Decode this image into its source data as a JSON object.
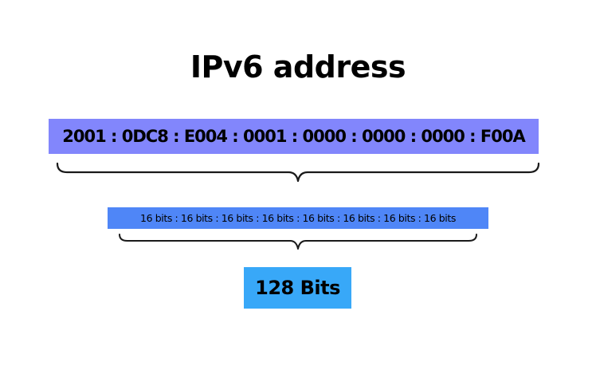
{
  "title": "IPv6 address",
  "address": {
    "text": "2001 : 0DC8 : E004 : 0001 : 0000 : 0000 : 0000 : F00A",
    "groups": [
      "2001",
      "0DC8",
      "E004",
      "0001",
      "0000",
      "0000",
      "0000",
      "F00A"
    ],
    "color": "#8286fc"
  },
  "bits_row": {
    "text": "16 bits : 16 bits : 16 bits : 16 bits : 16 bits : 16 bits : 16 bits : 16 bits",
    "segment_label": "16 bits",
    "segment_count": 8,
    "color": "#4f86f7"
  },
  "total": {
    "text": "128 Bits",
    "color": "#38a8f8"
  },
  "icons": [
    "curly-brace-icon",
    "curly-brace-icon"
  ]
}
